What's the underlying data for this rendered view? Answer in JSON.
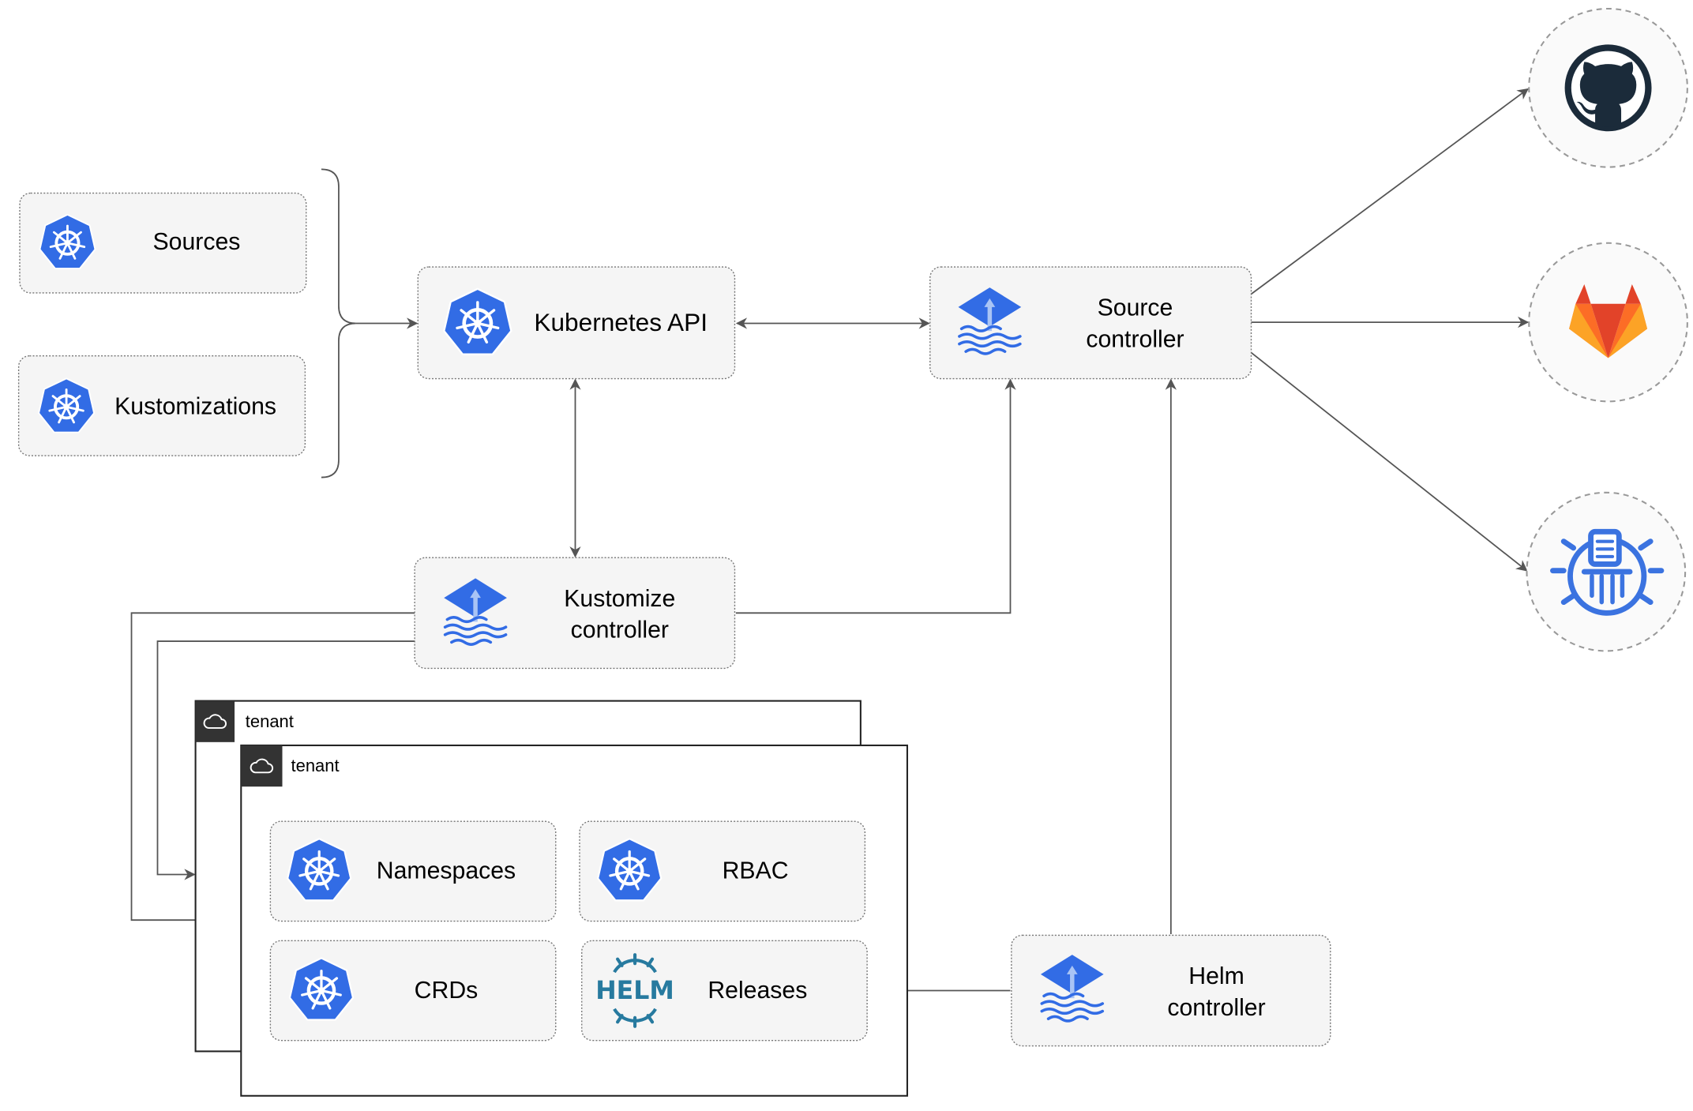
{
  "nodes": {
    "sources": "Sources",
    "kustomizations": "Kustomizations",
    "kubernetes_api": "Kubernetes API",
    "source_controller": [
      "Source",
      "controller"
    ],
    "kustomize_controller": [
      "Kustomize",
      "controller"
    ],
    "helm_controller": [
      "Helm",
      "controller"
    ],
    "namespaces": "Namespaces",
    "rbac": "RBAC",
    "crds": "CRDs",
    "releases": "Releases"
  },
  "tenants": [
    "tenant",
    "tenant"
  ],
  "helm_logo_text": "HELM",
  "external_sources": [
    "github-icon",
    "gitlab-icon",
    "bucket-icon"
  ],
  "colors": {
    "kubernetes_blue": "#326ce5",
    "box_fill": "#f5f5f5",
    "edge": "#555555",
    "tenant_header": "#333333",
    "helm": "#277a9f",
    "github": "#1b2b3a",
    "gitlab": "#e24329"
  }
}
